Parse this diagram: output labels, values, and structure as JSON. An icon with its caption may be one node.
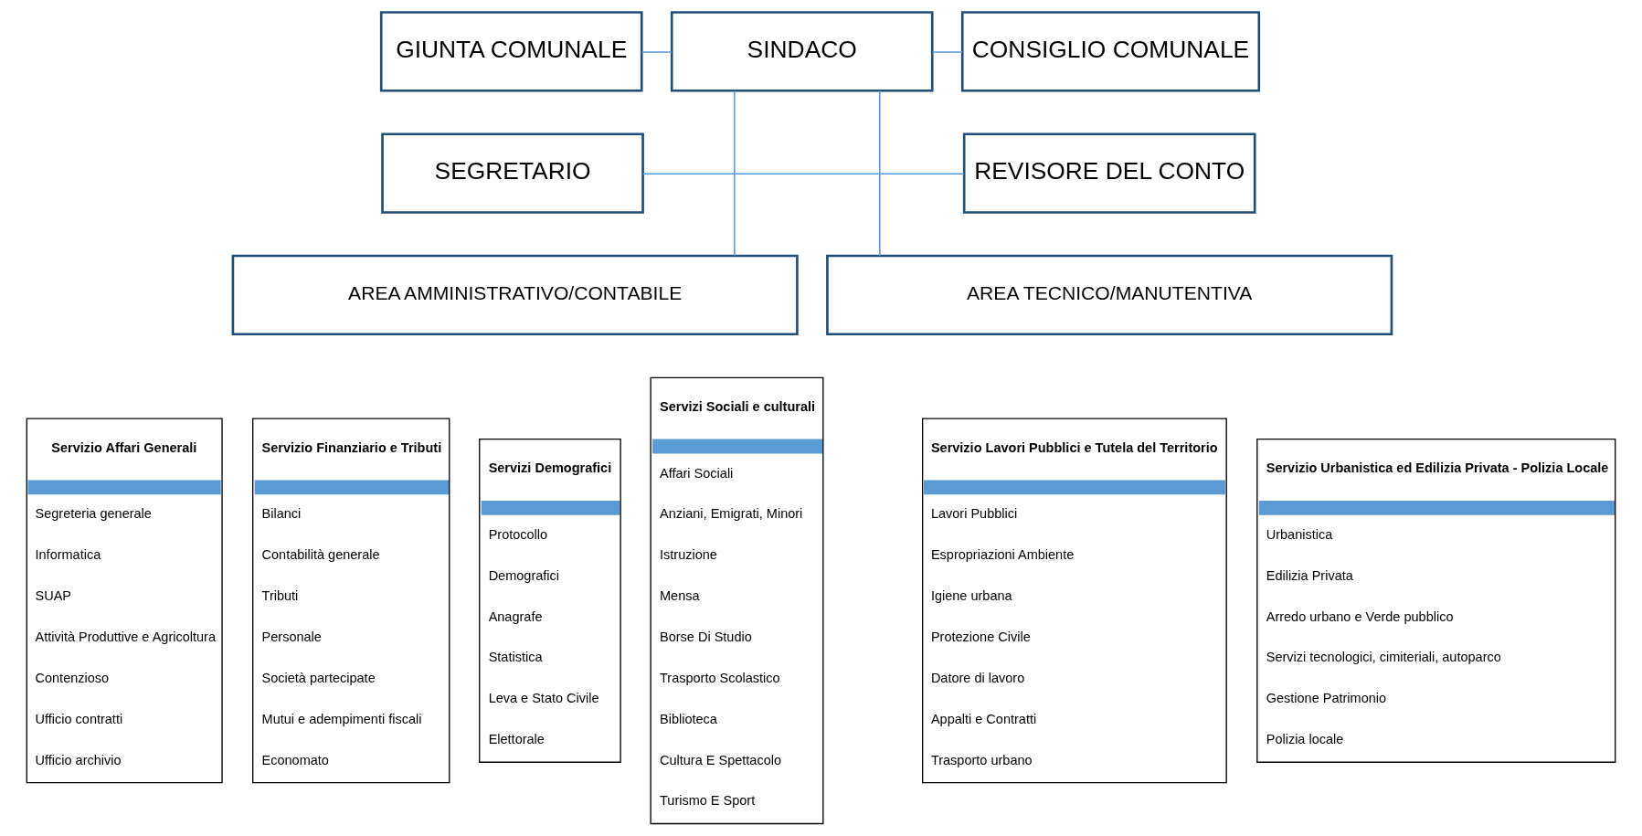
{
  "diagram": {
    "nodes": [
      {
        "text": [
          "GIUNTA COMUNALE"
        ]
      },
      {
        "text": [
          "SINDACO"
        ]
      },
      {
        "text": [
          "CONSIGLIO COMUNALE"
        ]
      },
      {
        "text": [
          "SEGRETARIO"
        ]
      },
      {
        "text": [
          "REVISORE DEL CONTO"
        ]
      },
      {
        "text": [
          "AREA AMMINISTRATIVO/CONTABILE"
        ]
      },
      {
        "text": [
          "AREA TECNICO/MANUTENTIVA"
        ]
      },
      {
        "text": [
          "Servizio Affari Generali",
          "Segreteria generale",
          "Informatica",
          "SUAP",
          "Attività Produttive e Agricoltura",
          "Contenzioso",
          "Ufficio contratti",
          "Ufficio archivio"
        ]
      },
      {
        "text": [
          "Servizio Finanziario e Tributi",
          "Bilanci",
          "Contabilità generale",
          "Tributi",
          "Personale",
          "Società partecipate",
          "Mutui e adempimenti fiscali",
          "Economato"
        ]
      },
      {
        "text": [
          "Servizi Demografici",
          "Protocollo",
          "Demografici",
          "Anagrafe",
          "Statistica",
          "Leva e Stato Civile",
          "Elettorale"
        ]
      },
      {
        "text": [
          "Servizi Sociali e culturali",
          "Affari Sociali",
          "Anziani, Emigrati, Minori",
          "Istruzione",
          "Mensa",
          "Borse Di Studio",
          "Trasporto Scolastico",
          "Biblioteca",
          "Cultura E Spettacolo",
          "Turismo E Sport"
        ]
      },
      {
        "text": [
          "Servizio Lavori Pubblici e Tutela del Territorio",
          "Lavori Pubblici",
          "Espropriazioni Ambiente",
          "Igiene urbana",
          "Protezione Civile",
          "Datore di lavoro",
          "Appalti e Contratti",
          "Trasporto urbano"
        ]
      },
      {
        "text": [
          "Servizio Urbanistica ed Edilizia Privata - Polizia Locale",
          "Urbanistica",
          "Edilizia Privata",
          "Arredo urbano e Verde pubblico",
          "Servizi tecnologici, cimiteriali, autoparco",
          "Gestione Patrimonio",
          "Polizia locale"
        ]
      }
    ],
    "edges": [
      {
        "from": 0,
        "to": 1,
        "arrow": "none"
      },
      {
        "from": 1,
        "to": 2,
        "arrow": "none"
      },
      {
        "from": 3,
        "to": 4,
        "arrow": "none"
      },
      {
        "from": 1,
        "to": 5,
        "arrow": "none"
      },
      {
        "from": 1,
        "to": 6,
        "arrow": "none"
      }
    ]
  }
}
